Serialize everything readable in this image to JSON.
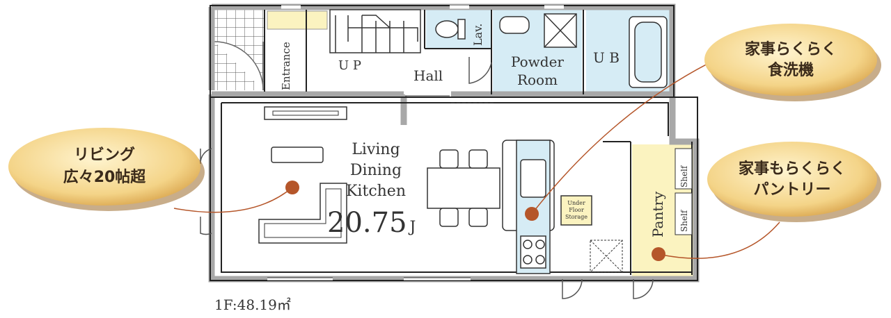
{
  "rooms": {
    "entrance": "Entrance",
    "up": "U P",
    "hall": "Hall",
    "lav": "Lav.",
    "powder": [
      "Powder",
      "Room"
    ],
    "ub": "U B",
    "ldk": [
      "Living",
      "Dining",
      "Kitchen"
    ],
    "ldk_size": "20.75",
    "ldk_unit": "J",
    "pantry": "Pantry",
    "shelf": "Shelf",
    "storage": [
      "Under",
      "Floor",
      "Storage"
    ]
  },
  "floor_area": "1F:48.19㎡",
  "callouts": {
    "living": [
      "リビング",
      "広々20帖超"
    ],
    "dishwasher": [
      "家事らくらく",
      "食洗機"
    ],
    "pantry": [
      "家事もらくらく",
      "パントリー"
    ]
  },
  "colors": {
    "wall": "#a8a8a8",
    "wet_area": "#d6ecf5",
    "pantry_fill": "#fbf3c0",
    "marker": "#b5562a",
    "bubble": "#f4d488"
  }
}
